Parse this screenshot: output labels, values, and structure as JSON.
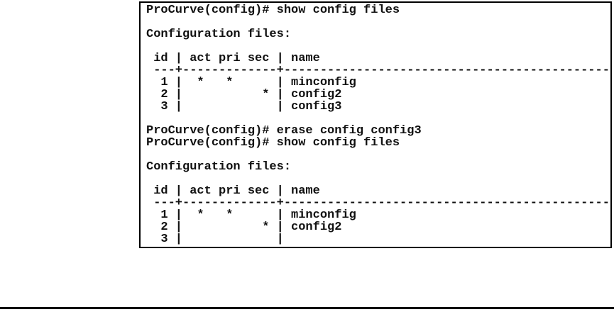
{
  "figure": {
    "type": "cli-terminal-output",
    "device_prompt": "ProCurve(config)#"
  },
  "terminal": {
    "lines": [
      "ProCurve(config)# show config files",
      "",
      "Configuration files:",
      "",
      " id | act pri sec | name",
      " ---+-------------+----------------------------------------------------------------",
      "  1 |  *   *      | minconfig",
      "  2 |           * | config2",
      "  3 |             | config3",
      "",
      "ProCurve(config)# erase config config3",
      "ProCurve(config)# show config files",
      "",
      "Configuration files:",
      "",
      " id | act pri sec | name",
      " ---+-------------+----------------------------------------------------------------",
      "  1 |  *   *      | minconfig",
      "  2 |           * | config2",
      "  3 |             |"
    ],
    "commands": [
      "show config files",
      "erase config config3",
      "show config files"
    ],
    "table_headers": [
      "id",
      "act",
      "pri",
      "sec",
      "name"
    ],
    "table_before": [
      {
        "id": "1",
        "act": "*",
        "pri": "*",
        "sec": "",
        "name": "minconfig"
      },
      {
        "id": "2",
        "act": "",
        "pri": "",
        "sec": "*",
        "name": "config2"
      },
      {
        "id": "3",
        "act": "",
        "pri": "",
        "sec": "",
        "name": "config3"
      }
    ],
    "table_after": [
      {
        "id": "1",
        "act": "*",
        "pri": "*",
        "sec": "",
        "name": "minconfig"
      },
      {
        "id": "2",
        "act": "",
        "pri": "",
        "sec": "*",
        "name": "config2"
      },
      {
        "id": "3",
        "act": "",
        "pri": "",
        "sec": "",
        "name": ""
      }
    ]
  },
  "colors": {
    "text": "#111111",
    "border": "#000000",
    "background": "#ffffff",
    "bottom_rule": "#000000"
  }
}
